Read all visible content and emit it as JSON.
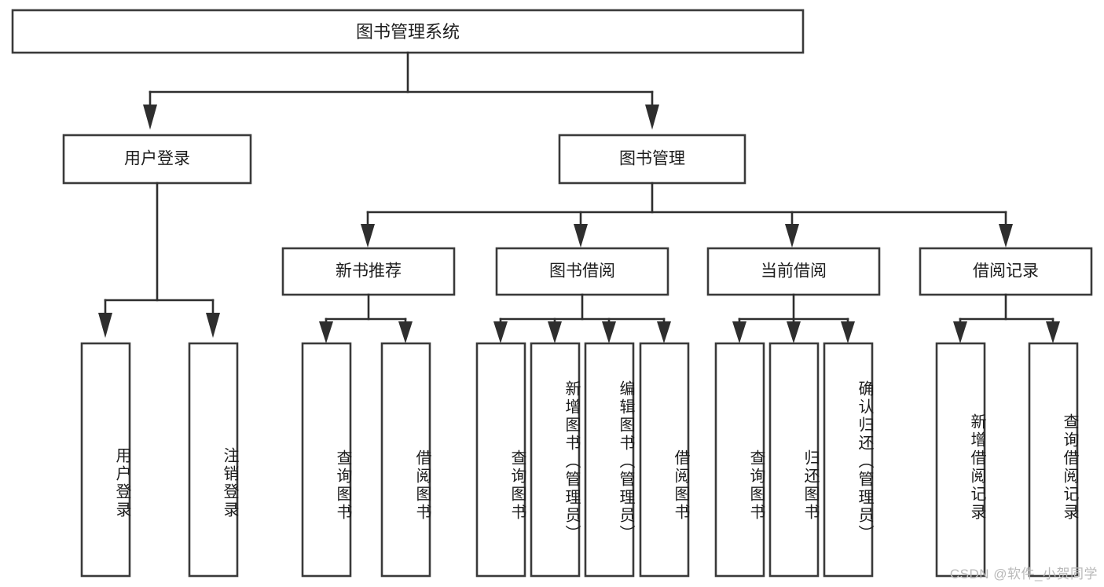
{
  "diagram": {
    "type": "hierarchy-tree",
    "title_node": {
      "label": "图书管理系统"
    },
    "level2": [
      {
        "id": "user-login",
        "label": "用户登录"
      },
      {
        "id": "book-management",
        "label": "图书管理"
      }
    ],
    "level3": [
      {
        "id": "new-book-recommend",
        "label": "新书推荐",
        "parent": "book-management"
      },
      {
        "id": "book-borrow",
        "label": "图书借阅",
        "parent": "book-management"
      },
      {
        "id": "current-borrow",
        "label": "当前借阅",
        "parent": "book-management"
      },
      {
        "id": "borrow-record",
        "label": "借阅记录",
        "parent": "book-management"
      }
    ],
    "leaves": [
      {
        "id": "leaf-user-login",
        "label": "用户登录",
        "parent": "user-login"
      },
      {
        "id": "leaf-logout-login",
        "label": "注销登录",
        "parent": "user-login"
      },
      {
        "id": "leaf-query-book-1",
        "label": "查询图书",
        "parent": "new-book-recommend"
      },
      {
        "id": "leaf-borrow-book-1",
        "label": "借阅图书",
        "parent": "new-book-recommend"
      },
      {
        "id": "leaf-query-book-2",
        "label": "查询图书",
        "parent": "book-borrow"
      },
      {
        "id": "leaf-add-book",
        "label": "新增图书（管理员）",
        "parent": "book-borrow"
      },
      {
        "id": "leaf-edit-book",
        "label": "编辑图书（管理员）",
        "parent": "book-borrow"
      },
      {
        "id": "leaf-borrow-book-2",
        "label": "借阅图书",
        "parent": "book-borrow"
      },
      {
        "id": "leaf-query-book-3",
        "label": "查询图书",
        "parent": "current-borrow"
      },
      {
        "id": "leaf-return-book",
        "label": "归还图书",
        "parent": "current-borrow"
      },
      {
        "id": "leaf-confirm-return",
        "label": "确认归还（管理员）",
        "parent": "current-borrow"
      },
      {
        "id": "leaf-add-record",
        "label": "新增借阅记录",
        "parent": "borrow-record"
      },
      {
        "id": "leaf-query-record",
        "label": "查询借阅记录",
        "parent": "borrow-record"
      }
    ],
    "colors": {
      "box_stroke": "#3a3a3a",
      "connector": "#2e2e2e",
      "background": "#ffffff",
      "text": "#1d1d1d",
      "watermark": "#b9b9b9"
    }
  },
  "watermark": {
    "text": "CSDN @软件_小贺同学"
  }
}
